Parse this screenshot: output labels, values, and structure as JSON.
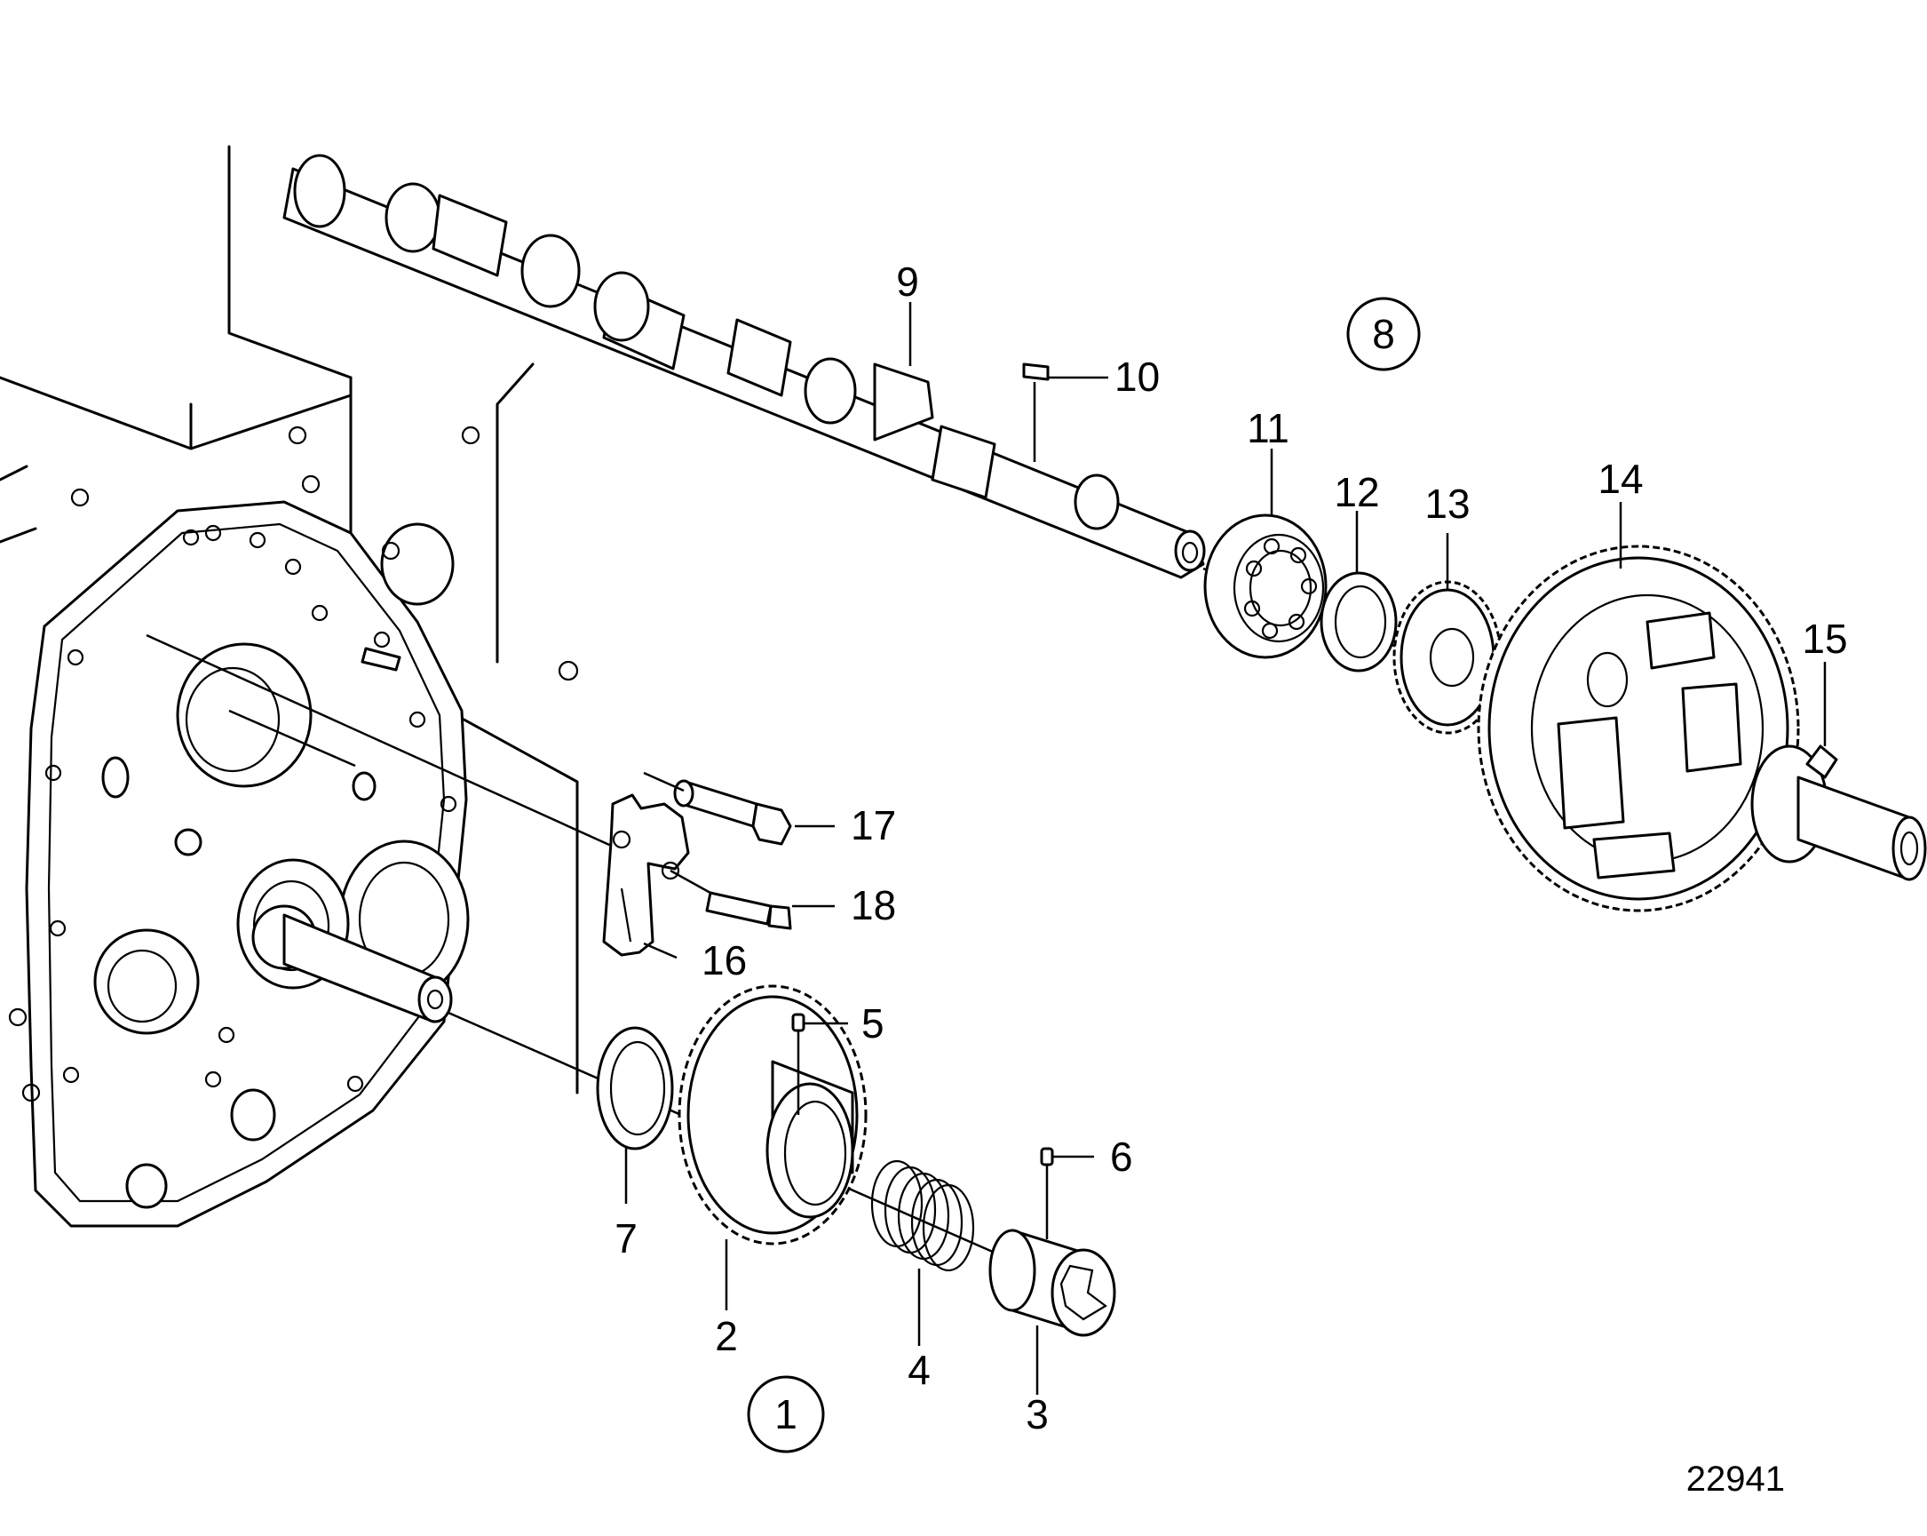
{
  "figure_number": "22941",
  "group_labels": [
    "1",
    "8"
  ],
  "callouts": [
    {
      "id": "c2",
      "label": "2"
    },
    {
      "id": "c3",
      "label": "3"
    },
    {
      "id": "c4",
      "label": "4"
    },
    {
      "id": "c5",
      "label": "5"
    },
    {
      "id": "c6",
      "label": "6"
    },
    {
      "id": "c7",
      "label": "7"
    },
    {
      "id": "c9",
      "label": "9"
    },
    {
      "id": "c10",
      "label": "10"
    },
    {
      "id": "c11",
      "label": "11"
    },
    {
      "id": "c12",
      "label": "12"
    },
    {
      "id": "c13",
      "label": "13"
    },
    {
      "id": "c14",
      "label": "14"
    },
    {
      "id": "c15",
      "label": "15"
    },
    {
      "id": "c16",
      "label": "16"
    },
    {
      "id": "c17",
      "label": "17"
    },
    {
      "id": "c18",
      "label": "18"
    }
  ]
}
